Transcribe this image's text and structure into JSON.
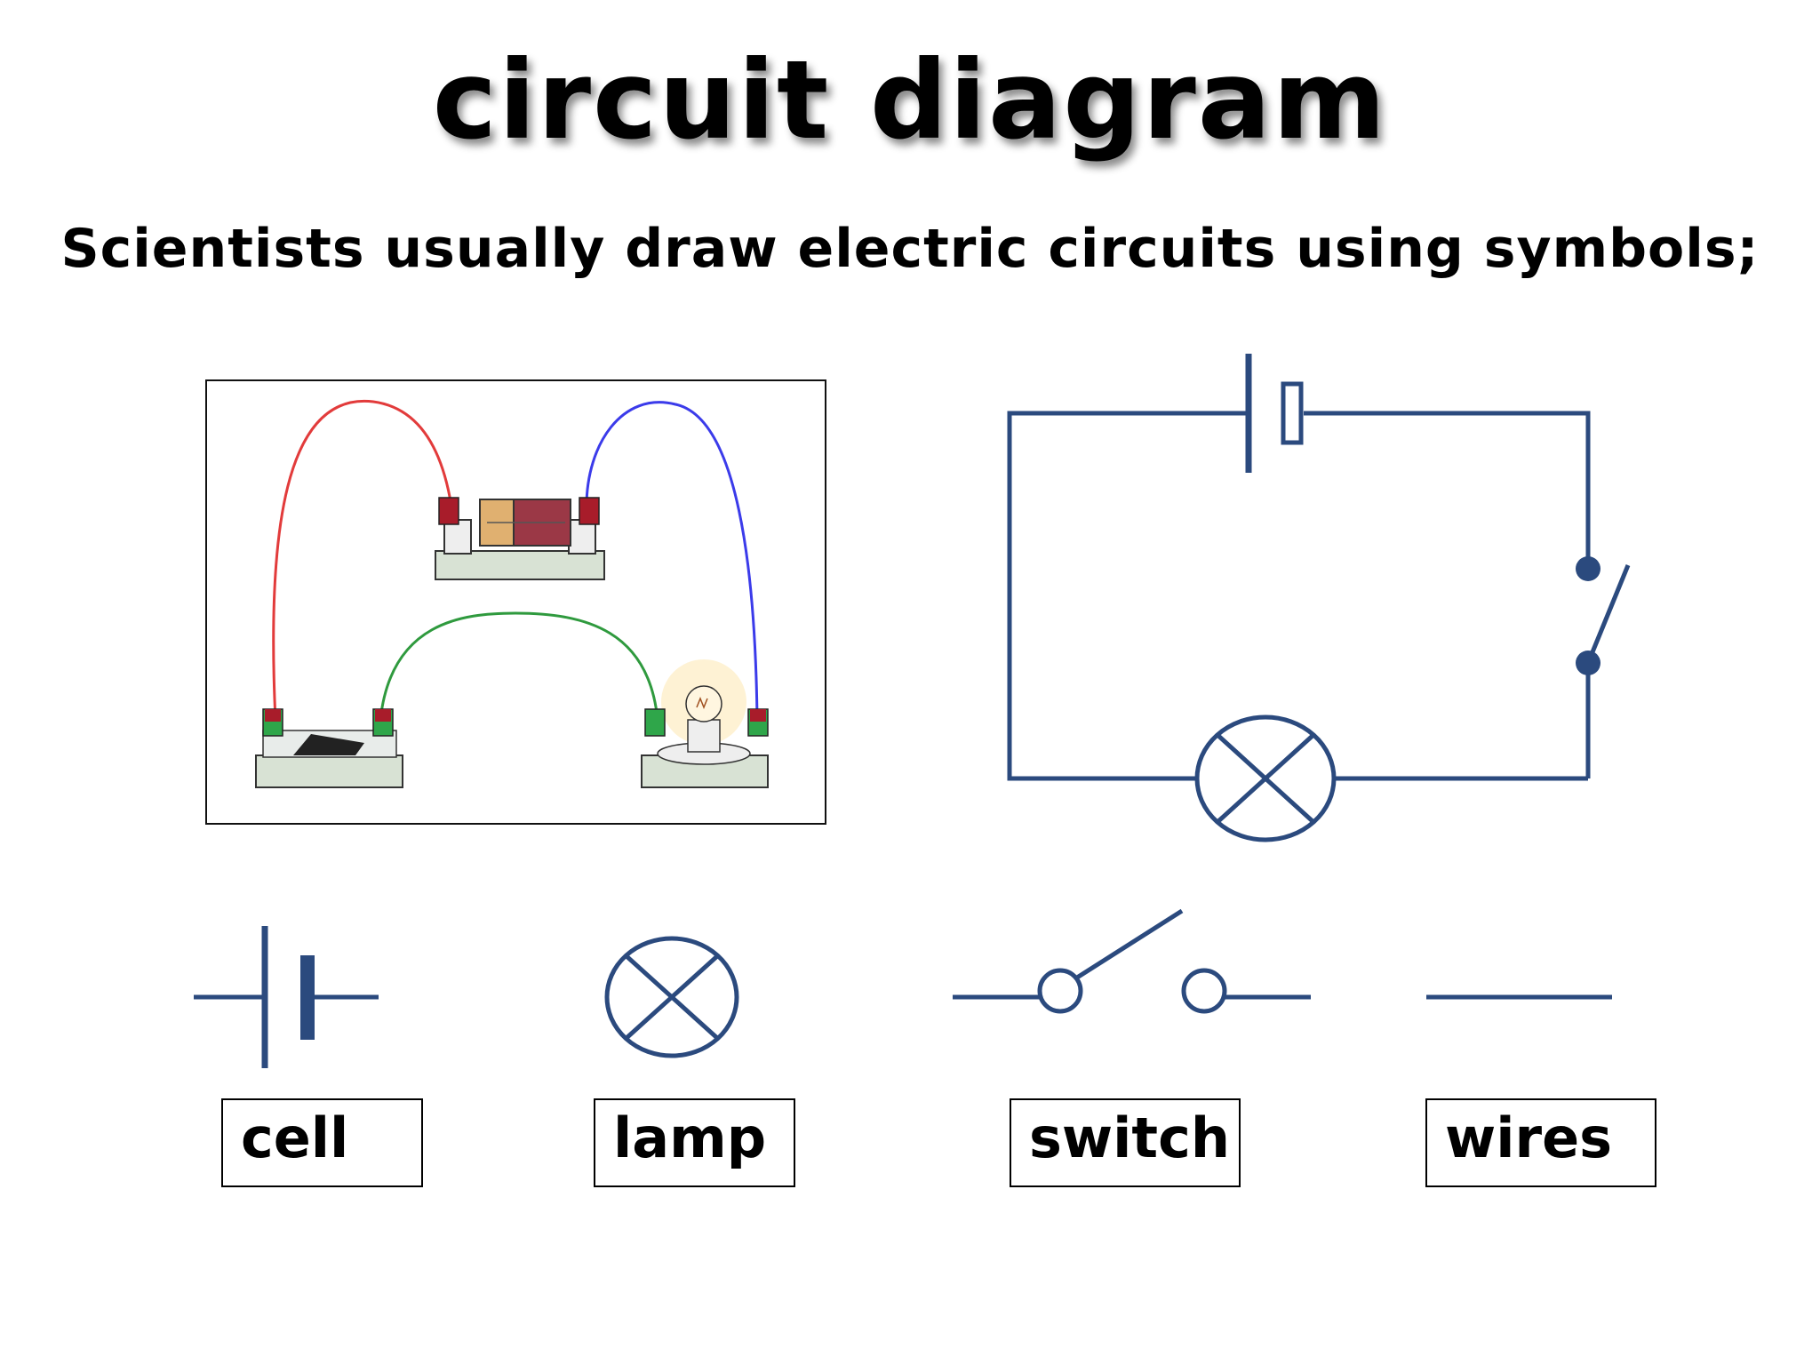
{
  "slide": {
    "title": "circuit diagram",
    "subtitle": "Scientists usually draw electric circuits using symbols;"
  },
  "symbol_labels": {
    "cell": "cell",
    "lamp": "lamp",
    "switch": "switch",
    "wires": "wires"
  },
  "colors": {
    "symbol": "#2b4a7e",
    "wire_red": "#e23b3b",
    "wire_blue": "#3b3bea",
    "wire_green": "#2f9a3e",
    "text": "#000000"
  }
}
